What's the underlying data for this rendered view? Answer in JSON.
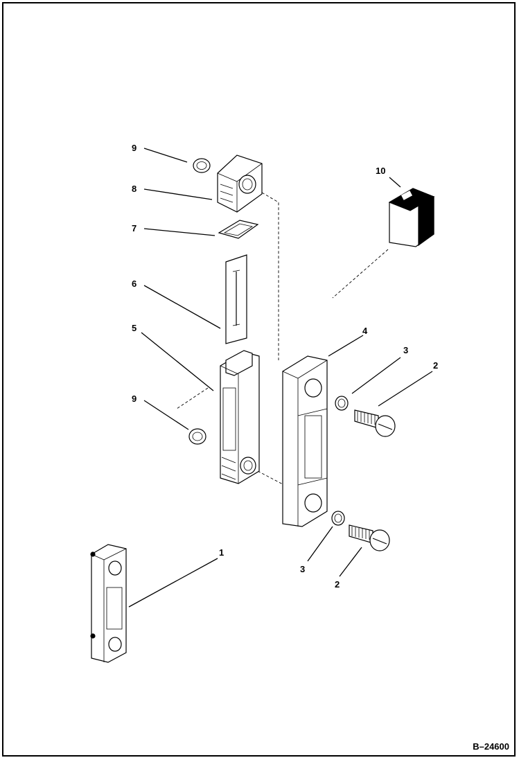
{
  "figure_number": "B–24600",
  "callouts": {
    "c1": "1",
    "c2a": "2",
    "c2b": "2",
    "c3a": "3",
    "c3b": "3",
    "c4": "4",
    "c5": "5",
    "c6": "6",
    "c7": "7",
    "c8": "8",
    "c9a": "9",
    "c9b": "9",
    "c10": "10"
  }
}
